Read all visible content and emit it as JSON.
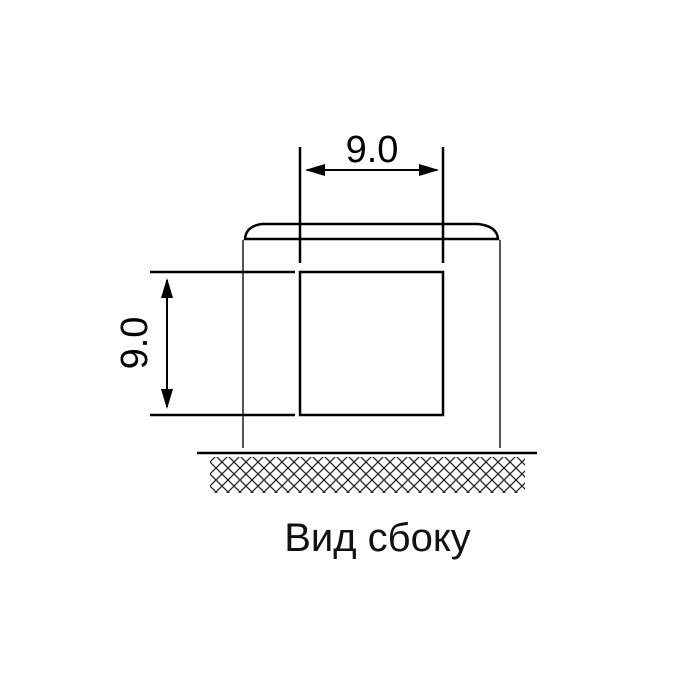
{
  "diagram": {
    "width_dimension": "9.0",
    "height_dimension": "9.0",
    "caption": "Вид сбоку",
    "line_color": "#000000"
  }
}
